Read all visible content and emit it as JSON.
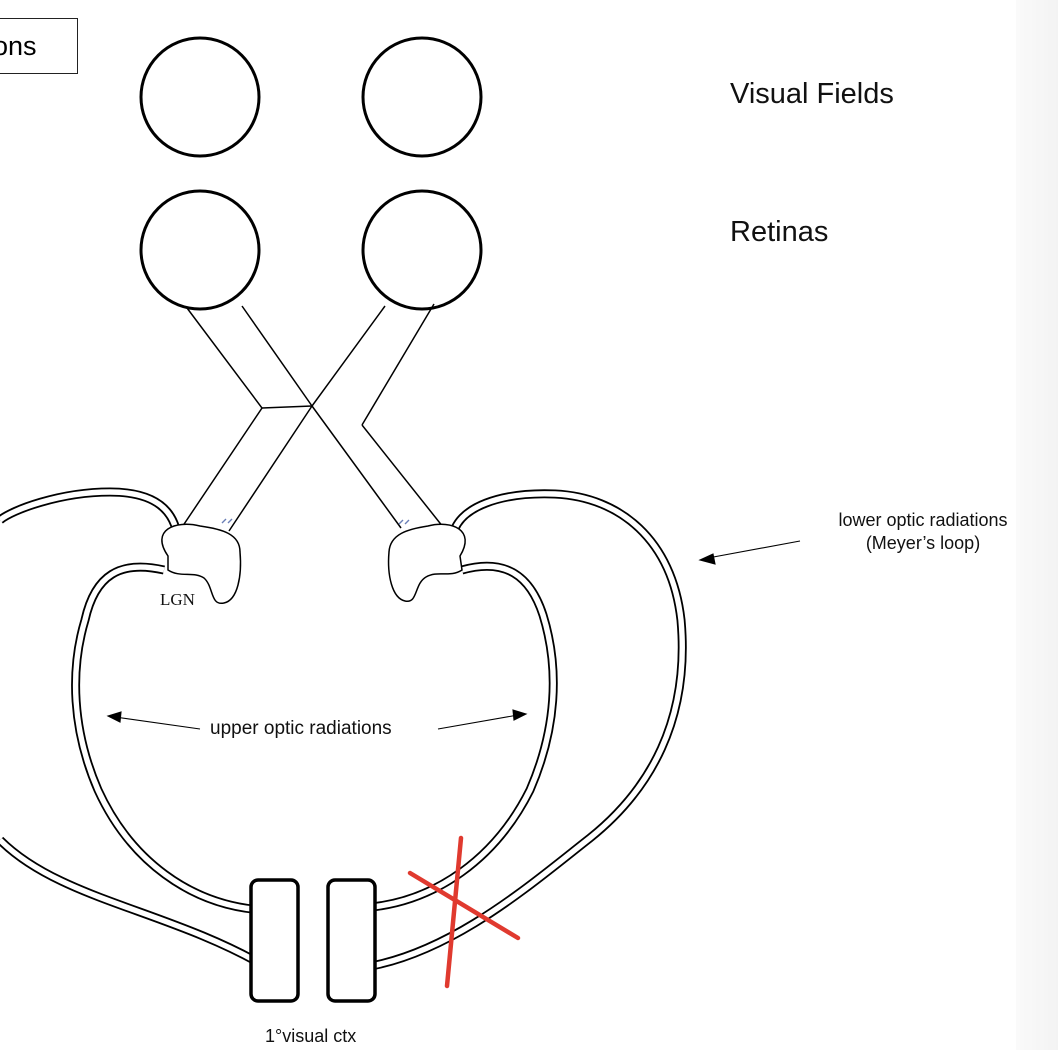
{
  "title_box": {
    "text": "ons"
  },
  "labels": {
    "visual_fields": "Visual Fields",
    "retinas": "Retinas",
    "lgn": "LGN",
    "lower_optic_radiations": "lower optic radiations",
    "meyers_loop": "(Meyer’s loop)",
    "upper_optic_radiations": "upper optic radiations",
    "visual_cortex": "1°visual ctx"
  },
  "colors": {
    "lesion_mark": "#e03a2f",
    "outline": "#000000"
  },
  "lesion": {
    "marker": "red-x",
    "site": "right lower optic radiations"
  }
}
